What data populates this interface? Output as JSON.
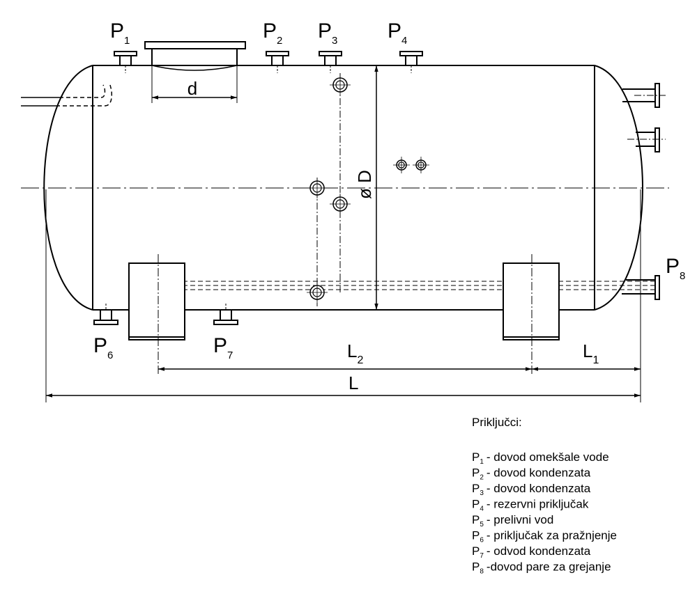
{
  "diagram": {
    "ports": [
      {
        "letter": "P",
        "num": "1"
      },
      {
        "letter": "P",
        "num": "2"
      },
      {
        "letter": "P",
        "num": "3"
      },
      {
        "letter": "P",
        "num": "4"
      },
      {
        "letter": "P",
        "num": "6"
      },
      {
        "letter": "P",
        "num": "7"
      },
      {
        "letter": "P",
        "num": "8"
      }
    ],
    "dimensions": {
      "d": "d",
      "diameter": "ø D",
      "l1_letter": "L",
      "l1_num": "1",
      "l2_letter": "L",
      "l2_num": "2",
      "l": "L"
    }
  },
  "legend": {
    "title": "Priključci:",
    "items": [
      {
        "letter": "P",
        "num": "1",
        "text": "- dovod omekšale vode"
      },
      {
        "letter": "P",
        "num": "2",
        "text": "- dovod kondenzata"
      },
      {
        "letter": "P",
        "num": "3",
        "text": "- dovod kondenzata"
      },
      {
        "letter": "P",
        "num": "4",
        "text": "- rezervni priključak"
      },
      {
        "letter": "P",
        "num": "5",
        "text": "- prelivni vod"
      },
      {
        "letter": "P",
        "num": "6",
        "text": "- priključak za pražnjenje"
      },
      {
        "letter": "P",
        "num": "7",
        "text": "- odvod kondenzata"
      },
      {
        "letter": "P",
        "num": "8",
        "text": "-dovod pare za grejanje"
      }
    ]
  }
}
